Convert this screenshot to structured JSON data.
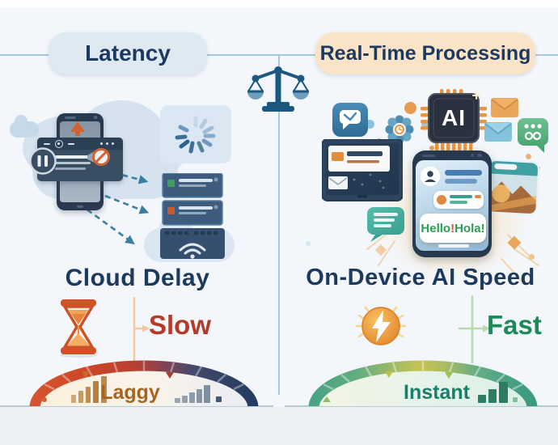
{
  "header": {
    "left_label": "Latency",
    "right_label": "Real-Time Processing",
    "divider_icon": "balance-scale-icon"
  },
  "left_panel": {
    "caption": "Cloud Delay",
    "speed_word": "Slow",
    "gauge_word": "Laggy",
    "icons": [
      "cloud-icon",
      "smartphone-icon",
      "browser-window-icon",
      "location-pin-icon",
      "pause-icon",
      "muted-blocked-icon",
      "loading-spinner-icon",
      "server-stack-icon",
      "wifi-icon",
      "dashed-arrow-icon",
      "hourglass-icon",
      "signal-bars-icon"
    ],
    "colors": {
      "caption": "#1c3a5e",
      "speed": "#b43a2a",
      "gauge_label": "#a8651e",
      "gauge_start": "#d5532e",
      "gauge_end": "#223d61"
    }
  },
  "right_panel": {
    "caption": "On-Device AI Speed",
    "speed_word": "Fast",
    "gauge_word": "Instant",
    "chip_label": "AI",
    "greeting": {
      "hello": "Hello",
      "separator": "!",
      "hola": "Hola!"
    },
    "icons": [
      "chat-app-icon",
      "gear-flower-icon",
      "ai-chip-icon",
      "envelope-orange-icon",
      "envelope-blue-icon",
      "group-chat-icon",
      "tablet-notification-icon",
      "smartphone-chat-icon",
      "photo-card-icon",
      "notes-bubble-icon",
      "lightning-icon",
      "signal-bars-icon"
    ],
    "colors": {
      "caption": "#1c3a5e",
      "speed": "#1a8a56",
      "gauge_label": "#17806a",
      "gauge_start": "#4aa287",
      "gauge_mid": "#c6c254",
      "gauge_end": "#3a9a80"
    }
  }
}
